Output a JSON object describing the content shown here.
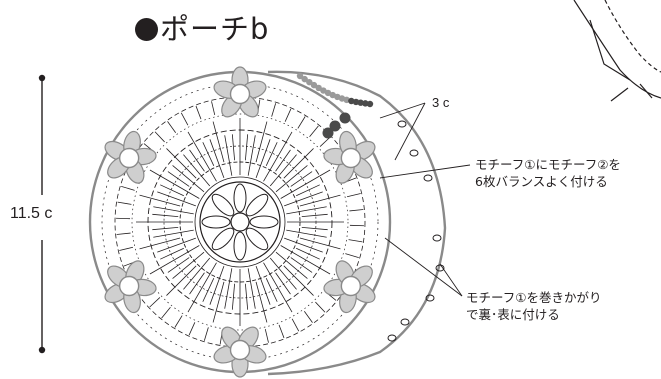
{
  "title": "ポーチb",
  "dimension": {
    "label": "11.5 c"
  },
  "annotations": {
    "row_count": "3 c",
    "note_motif_join": [
      "モチーフ①にモチーフ②を",
      "6枚バランスよく付ける"
    ],
    "note_wrap_join": [
      "モチーフ①を巻きかがり",
      "で裏･表に付ける"
    ]
  },
  "colors": {
    "ink": "#231f20",
    "outline_gray": "#8a8a8a",
    "flower_fill": "#cfcfcf",
    "chain_dot": "#9a9a9a",
    "chain_dot_dark": "#4a4a4a"
  },
  "motifs": {
    "flower_count": 6
  }
}
